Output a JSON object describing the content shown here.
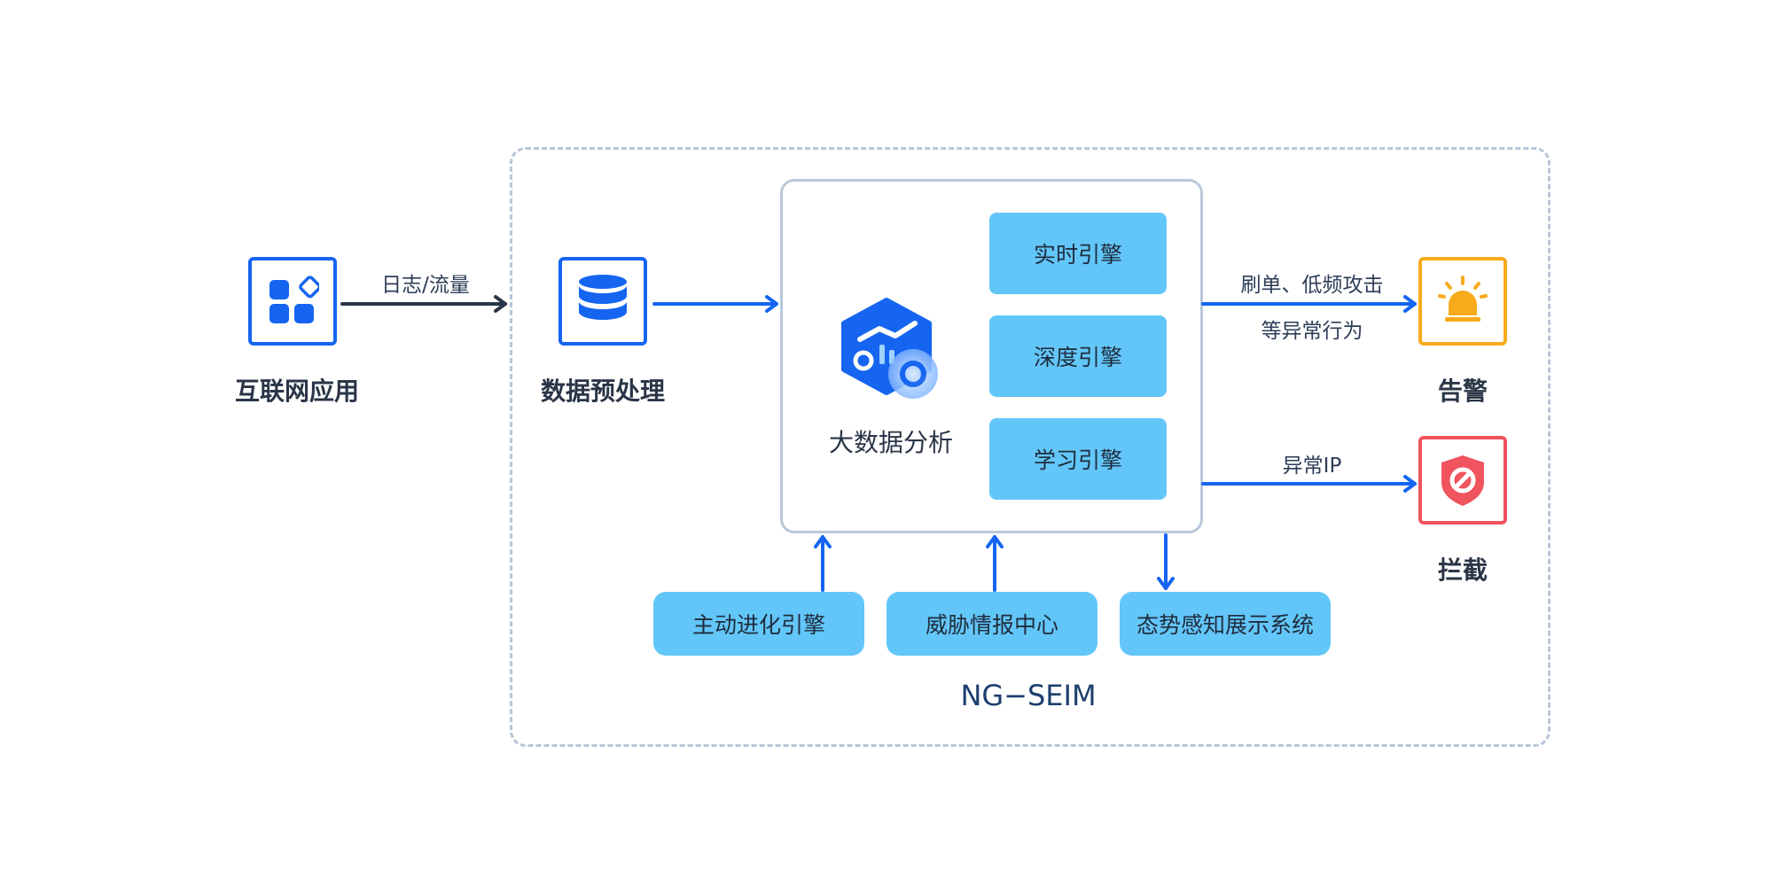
{
  "nodes": {
    "internet_app": {
      "label": "互联网应用",
      "icon": "apps-grid-icon"
    },
    "preprocess": {
      "label": "数据预处理",
      "icon": "database-icon"
    },
    "bigdata": {
      "label": "大数据分析",
      "icon": "analytics-gear-icon"
    },
    "alert": {
      "label": "告警",
      "icon": "alarm-siren-icon"
    },
    "block": {
      "label": "拦截",
      "icon": "shield-block-icon"
    }
  },
  "engines": [
    {
      "label": "实时引擎"
    },
    {
      "label": "深度引擎"
    },
    {
      "label": "学习引擎"
    }
  ],
  "modules": [
    {
      "label": "主动进化引擎"
    },
    {
      "label": "威胁情报中心"
    },
    {
      "label": "态势感知展示系统"
    }
  ],
  "edges": {
    "logs_traffic": "日志/流量",
    "alert_line1": "刷单、低频攻击",
    "alert_line2": "等异常行为",
    "abnormal_ip": "异常IP"
  },
  "system_name": "NG−SEIM",
  "colors": {
    "primary_blue": "#1565f0",
    "light_blue": "#63c6f8",
    "frame_gray": "#b7c6d8",
    "alert_orange": "#f7ab1c",
    "block_red": "#f0545e",
    "dark_text": "#2a3547",
    "system_text": "#1d3f6e"
  }
}
